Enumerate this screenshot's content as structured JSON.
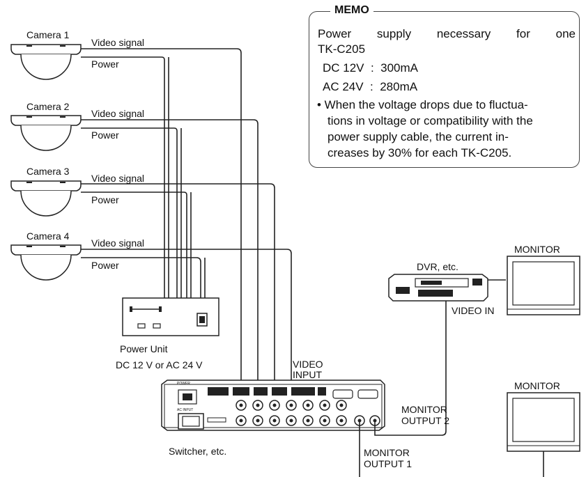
{
  "cameras": [
    {
      "name": "Camera 1",
      "video": "Video signal",
      "power": "Power"
    },
    {
      "name": "Camera 2",
      "video": "Video signal",
      "power": "Power"
    },
    {
      "name": "Camera 3",
      "video": "Video signal",
      "power": "Power"
    },
    {
      "name": "Camera 4",
      "video": "Video signal",
      "power": "Power"
    }
  ],
  "memo": {
    "title": "MEMO",
    "line1": "Power supply necessary for one",
    "line2": "TK-C205",
    "dc": "DC 12V  :  300mA",
    "ac": "AC 24V  :  280mA",
    "note1": "• When the voltage drops due to fluctua-",
    "note2": "tions in voltage or compatibility with the",
    "note3": "power supply cable, the current in-",
    "note4": "creases by 30% for each TK-C205."
  },
  "power_unit": {
    "name": "Power Unit",
    "spec": "DC 12 V or AC 24 V"
  },
  "switcher": {
    "name": "Switcher, etc.",
    "panel_labels": [
      "POWER",
      "AC INPUT"
    ]
  },
  "labels": {
    "video_input_1": "VIDEO",
    "video_input_2": "INPUT",
    "monitor_output2_1": "MONITOR",
    "monitor_output2_2": "OUTPUT 2",
    "monitor_output1_1": "MONITOR",
    "monitor_output1_2": "OUTPUT 1",
    "dvr": "DVR, etc.",
    "video_in": "VIDEO IN",
    "monitor_top": "MONITOR",
    "monitor_bottom": "MONITOR"
  }
}
